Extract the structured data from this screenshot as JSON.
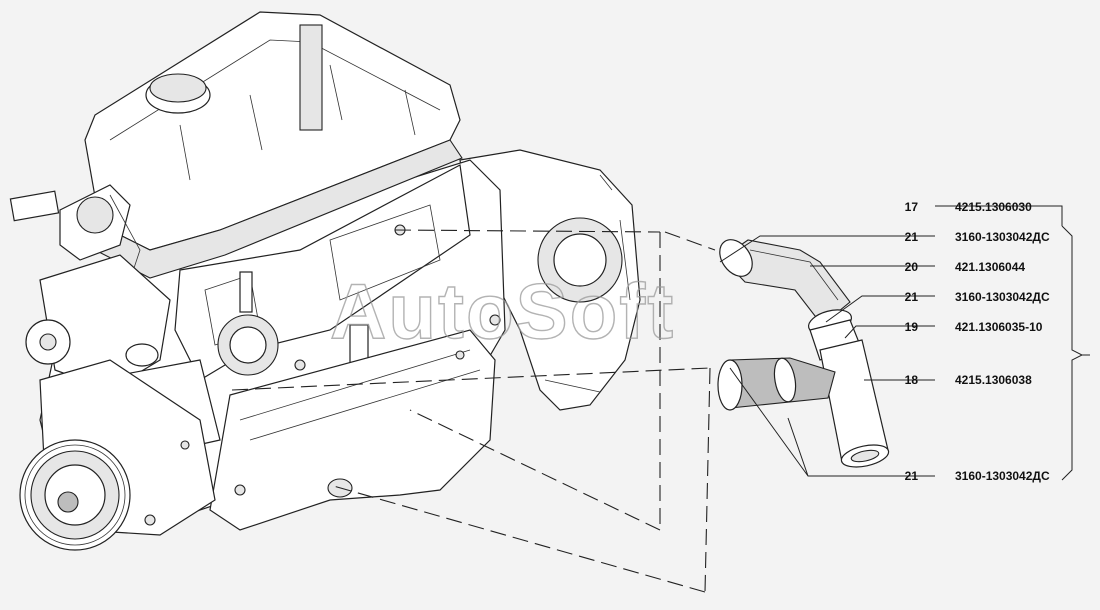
{
  "watermark": "AutoSoft",
  "callouts": [
    {
      "num": "17",
      "part": "4215.1306030"
    },
    {
      "num": "21",
      "part": "3160-1303042ДС"
    },
    {
      "num": "20",
      "part": "421.1306044"
    },
    {
      "num": "21",
      "part": "3160-1303042ДС"
    },
    {
      "num": "19",
      "part": "421.1306035-10"
    },
    {
      "num": "18",
      "part": "4215.1306038"
    },
    {
      "num": "21",
      "part": "3160-1303042ДС"
    }
  ]
}
